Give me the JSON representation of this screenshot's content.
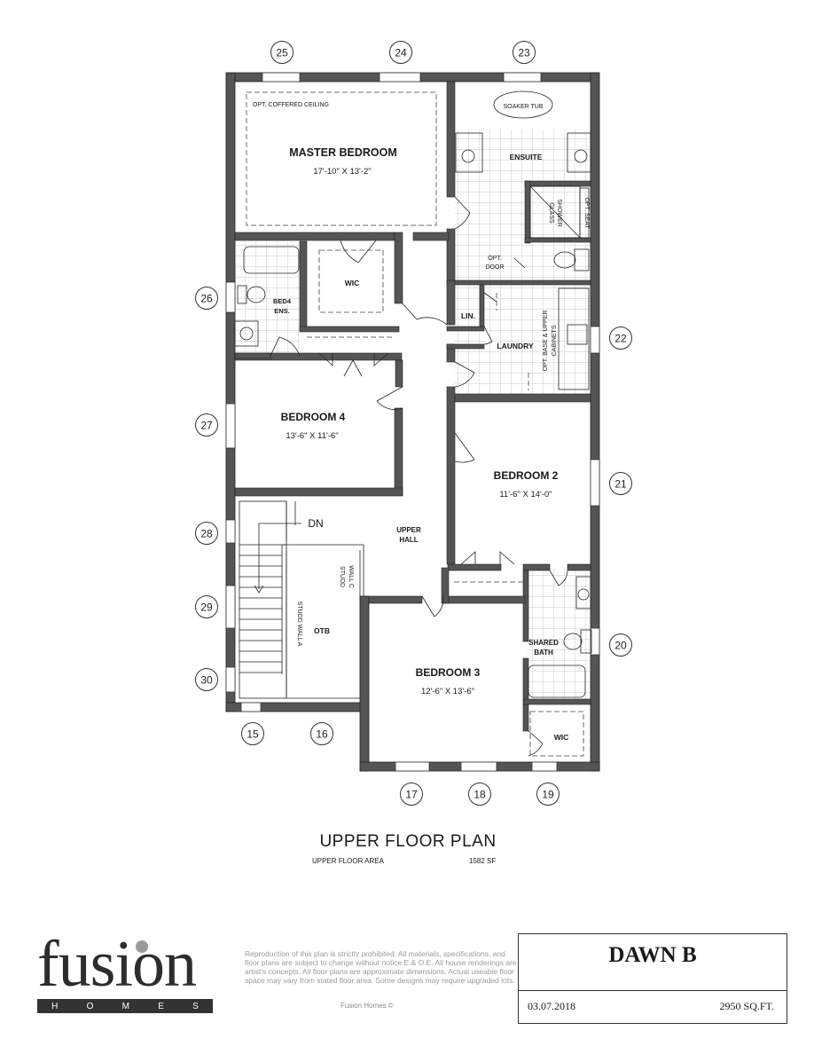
{
  "plan_title": "UPPER FLOOR PLAN",
  "floor_area_label": "UPPER FLOOR AREA",
  "floor_area_value": "1582 SF",
  "rooms": {
    "master_name": "MASTER BEDROOM",
    "master_dim": "17'-10\" X 13'-2\"",
    "coffered": "OPT. COFFERED CEILING",
    "soaker": "SOAKER TUB",
    "ensuite": "ENSUITE",
    "shower_1": "SHOWER",
    "shower_2": "GLASS",
    "opt_seat": "OPT. SEAT",
    "opt_door_1": "OPT.",
    "opt_door_2": "DOOR",
    "wic_master": "WIC",
    "bed4ens_1": "BED4",
    "bed4ens_2": "ENS.",
    "lin": "LIN.",
    "laundry": "LAUNDRY",
    "cabinets_1": "OPT. BASE & UPPER",
    "cabinets_2": "CABINETS",
    "bed4_name": "BEDROOM 4",
    "bed4_dim": "13'-6\" X 11'-6\"",
    "bed2_name": "BEDROOM 2",
    "bed2_dim": "11'-6\" X 14'-0\"",
    "dn": "DN",
    "hall_1": "UPPER",
    "hall_2": "HALL",
    "studd_1": "STUDD",
    "studd_2": "WALL C",
    "studd_wall_a": "STUDD WALL A",
    "otb": "OTB",
    "shared_1": "SHARED",
    "shared_2": "BATH",
    "bed3_name": "BEDROOM 3",
    "bed3_dim": "12'-6\" X 13'-6\"",
    "wic_bed3": "WIC"
  },
  "window_markers": [
    "25",
    "24",
    "23",
    "26",
    "22",
    "27",
    "21",
    "28",
    "29",
    "20",
    "30",
    "15",
    "16",
    "17",
    "18",
    "19"
  ],
  "brand": {
    "logo_word": "fusion",
    "logo_sub": [
      "H",
      "O",
      "M",
      "E",
      "S"
    ],
    "disclaimer": "Reproduction of this plan is strictly prohibited.  All materials, specifications, and floor plans are subject to change without notice E.& O.E.  All house renderings are artist's concepts.  All floor plans are approximate dimensions.  Actual useable floor space may vary from stated floor area.  Some designs may require upgraded lots.",
    "copyright": "Fusion Homes ©"
  },
  "title_block": {
    "model": "DAWN B",
    "date": "03.07.2018",
    "sqft": "2950 SQ.FT."
  },
  "colors": {
    "wall": "#555555",
    "outline": "#222222",
    "tile": "#b8b8b8",
    "logo_gray": "#9a9a9a"
  }
}
